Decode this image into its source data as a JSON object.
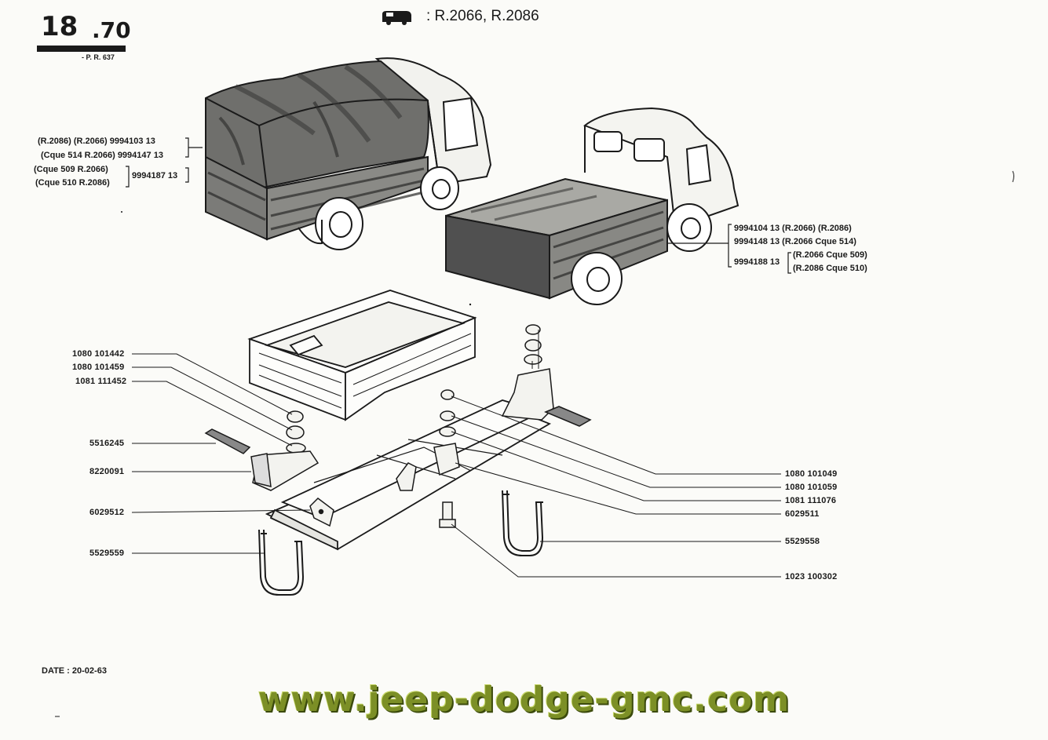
{
  "header": {
    "page_number_main": "18",
    "page_number_sub": ".70",
    "page_ref": "- P. R. 637",
    "vehicle_icon": "van-icon",
    "models": ": R.2066, R.2086"
  },
  "left_truck_refs": {
    "row1": "(R.2086) (R.2066) 9994103 13",
    "row2": "(Cque 514 R.2066) 9994147 13",
    "row3a": "(Cque 509 R.2066)",
    "row3b": "(Cque 510 R.2086)",
    "row3_part": "9994187 13"
  },
  "right_truck_refs": {
    "row1": "9994104 13 (R.2066) (R.2086)",
    "row2": "9994148 13 (R.2066 Cque 514)",
    "row3_part": "9994188 13",
    "row3a": "(R.2066 Cque 509)",
    "row3b": "(R.2086 Cque 510)"
  },
  "left_callouts": [
    "1080 101442",
    "1080 101459",
    "1081 111452",
    "5516245",
    "8220091",
    "6029512",
    "5529559"
  ],
  "right_callouts": [
    "1080 101049",
    "1080 101059",
    "1081 111076",
    "6029511",
    "5529558",
    "1023 100302"
  ],
  "footer": {
    "date": "DATE : 20-02-63",
    "website": "www.jeep-dodge-gmc.com"
  }
}
